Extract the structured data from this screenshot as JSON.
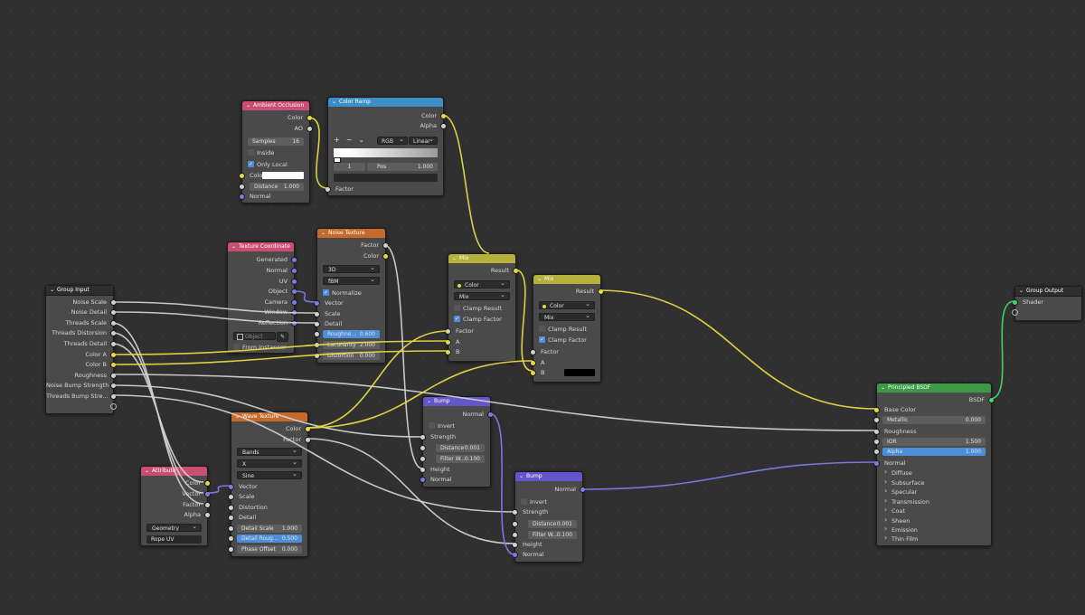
{
  "nodes": {
    "group_input": {
      "title": "Group Input",
      "outputs": [
        "Noise Scale",
        "Noise Detail",
        "Threads Scale",
        "Threads Distorsion",
        "Threads Detail",
        "Color A",
        "Color B",
        "Roughness",
        "Noise Bump Strength",
        "Threads Bump Stre..."
      ]
    },
    "ambient_occlusion": {
      "title": "Ambient Occlusion",
      "outputs": [
        "Color",
        "AO"
      ],
      "samples_label": "Samples",
      "samples_value": "16",
      "inside_label": "Inside",
      "only_local_label": "Only Local",
      "color_label": "Color",
      "distance_label": "Distance",
      "distance_value": "1.000",
      "normal_label": "Normal"
    },
    "color_ramp": {
      "title": "Color Ramp",
      "outputs": [
        "Color",
        "Alpha"
      ],
      "tools": [
        "+",
        "−",
        "⌄"
      ],
      "color_mode": "RGB",
      "interpolation": "Linear",
      "stop_index": "1",
      "pos_label": "Pos",
      "pos_value": "1.000",
      "factor_label": "Factor"
    },
    "texture_coordinate": {
      "title": "Texture Coordinate",
      "outputs": [
        "Generated",
        "Normal",
        "UV",
        "Object",
        "Camera",
        "Window",
        "Reflection"
      ],
      "object_placeholder": "Object",
      "from_instancer_label": "From Instancer"
    },
    "noise_texture": {
      "title": "Noise Texture",
      "outputs": [
        "Factor",
        "Color"
      ],
      "dimensions": "3D",
      "type": "fBM",
      "normalize_label": "Normalize",
      "inputs": [
        "Vector",
        "Scale",
        "Detail"
      ],
      "roughness_label": "Roughne...",
      "roughness_value": "0.600",
      "lacunarity_label": "Lacunarity",
      "lacunarity_value": "2.000",
      "distortion_label": "Distortion",
      "distortion_value": "0.000"
    },
    "mix1": {
      "title": "Mix",
      "output": "Result",
      "data_type": "Color",
      "blend": "Mix",
      "clamp_result_label": "Clamp Result",
      "clamp_factor_label": "Clamp Factor",
      "inputs": [
        "Factor",
        "A",
        "B"
      ]
    },
    "mix2": {
      "title": "Mix",
      "output": "Result",
      "data_type": "Color",
      "blend": "Mix",
      "clamp_result_label": "Clamp Result",
      "clamp_factor_label": "Clamp Factor",
      "inputs": [
        "Factor",
        "A",
        "B"
      ]
    },
    "group_output": {
      "title": "Group Output",
      "input": "Shader"
    },
    "bump1": {
      "title": "Bump",
      "output": "Normal",
      "invert_label": "Invert",
      "strength_label": "Strength",
      "distance_label": "Distance",
      "distance_value": "0.001",
      "filter_label": "Filter W...",
      "filter_value": "0.100",
      "height_label": "Height",
      "normal_label": "Normal"
    },
    "bump2": {
      "title": "Bump",
      "output": "Normal",
      "invert_label": "Invert",
      "strength_label": "Strength",
      "distance_label": "Distance",
      "distance_value": "0.001",
      "filter_label": "Filter W...",
      "filter_value": "0.100",
      "height_label": "Height",
      "normal_label": "Normal"
    },
    "wave_texture": {
      "title": "Wave Texture",
      "outputs": [
        "Color",
        "Factor"
      ],
      "wave_type": "Bands",
      "direction": "X",
      "profile": "Sine",
      "inputs": [
        "Vector",
        "Scale",
        "Distortion",
        "Detail"
      ],
      "detail_scale_label": "Detail Scale",
      "detail_scale_value": "1.000",
      "detail_rough_label": "Detail Roug...",
      "detail_rough_value": "0.500",
      "phase_label": "Phase Offset",
      "phase_value": "0.000"
    },
    "attribute": {
      "title": "Attribute",
      "outputs": [
        "Color",
        "Vector",
        "Factor",
        "Alpha"
      ],
      "type": "Geometry",
      "name": "Rope UV"
    },
    "principled": {
      "title": "Principled BSDF",
      "output": "BSDF",
      "base_color_label": "Base Color",
      "metallic_label": "Metallic",
      "metallic_value": "0.000",
      "roughness_label": "Roughness",
      "ior_label": "IOR",
      "ior_value": "1.500",
      "alpha_label": "Alpha",
      "alpha_value": "1.000",
      "normal_label": "Normal",
      "panels": [
        "Diffuse",
        "Subsurface",
        "Specular",
        "Transmission",
        "Coat",
        "Sheen",
        "Emission",
        "Thin Film"
      ]
    }
  },
  "colors": {
    "input_header": "#c94e72",
    "converter_header": "#3d8fc6",
    "texture_header": "#c66a2c",
    "color_header": "#b5b13b",
    "vector_header": "#6356c8",
    "shader_header": "#3e9946",
    "socket_color": "#e8d844",
    "socket_float": "#d0d0d0",
    "socket_vector": "#7c7ce8",
    "socket_shader": "#44d66a",
    "field_active": "#4d8ed8"
  }
}
